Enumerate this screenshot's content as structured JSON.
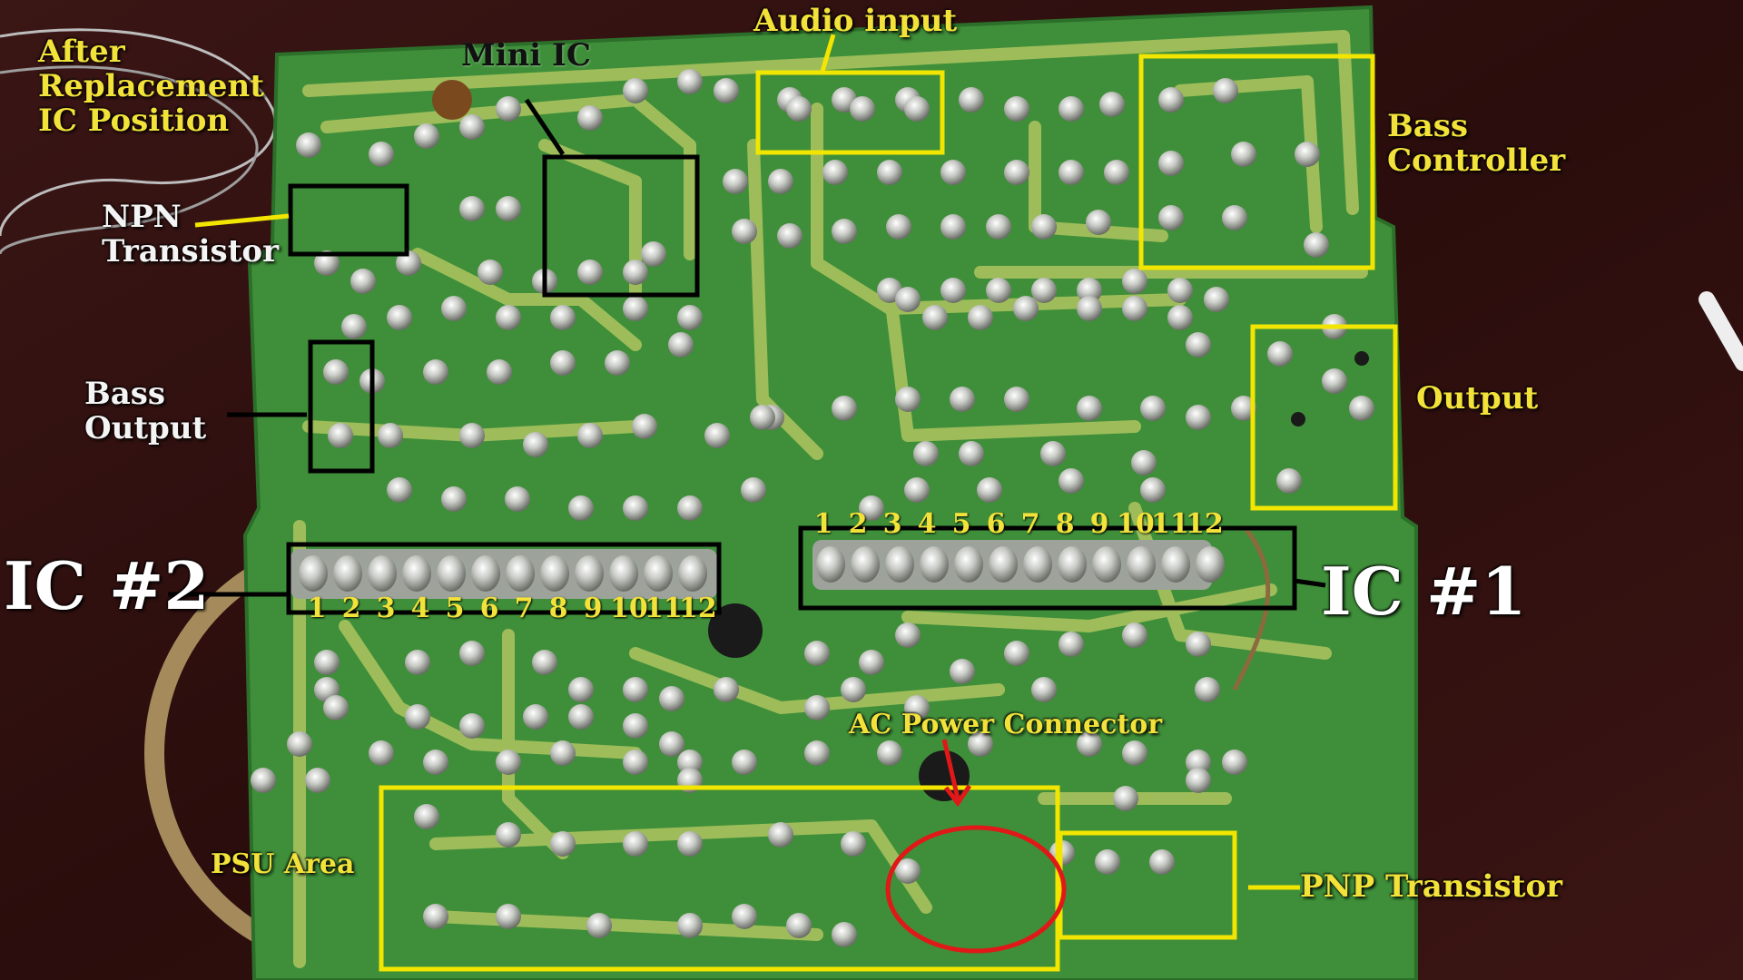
{
  "labels": {
    "after_replacement": "After\nReplacement\nIC Position",
    "mini_ic": "Mini IC",
    "audio_input": "Audio input",
    "bass_controller": "Bass\nController",
    "npn_transistor": "NPN\nTransistor",
    "bass_output": "Bass\nOutput",
    "output": "Output",
    "ic2": "IC #2",
    "ic1": "IC #1",
    "ac_power": "AC Power Connector",
    "psu_area": "PSU Area",
    "pnp_transistor": "PNP Transistor"
  },
  "ic1_pins": [
    "1",
    "2",
    "3",
    "4",
    "5",
    "6",
    "7",
    "8",
    "9",
    "10",
    "11",
    "12"
  ],
  "ic2_pins": [
    "1",
    "2",
    "3",
    "4",
    "5",
    "6",
    "7",
    "8",
    "9",
    "10",
    "11",
    "12"
  ],
  "colors": {
    "board": "#3f8f3a",
    "trace": "#9ebd5a",
    "solder": "#c9cbc6",
    "box_yellow": "#f2e600",
    "box_black": "#000000",
    "circle_red": "#e01818",
    "label_yellow": "#f2e23a",
    "background": "#2a0f0e"
  }
}
